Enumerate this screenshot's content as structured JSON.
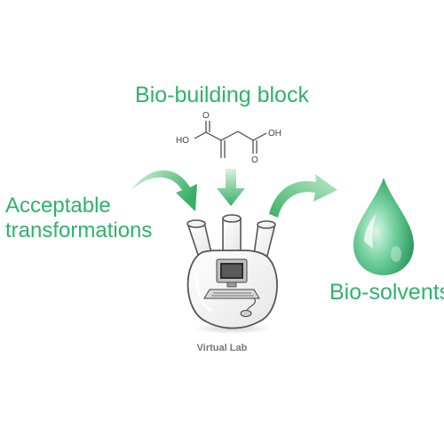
{
  "title": "Bio-building block",
  "left_label": {
    "line1": "Acceptable",
    "line2": "transformations"
  },
  "right_label": "Bio-solvents",
  "flask_caption": "Virtual Lab",
  "molecule": {
    "left_group": "HO",
    "right_group": "OH",
    "top_left_atom": "O",
    "top_right_atom": "O"
  },
  "colors": {
    "accent": "#2fb36a",
    "arrow_light": "#c8edd2",
    "arrow_dark": "#3fb56a",
    "caption": "#777777"
  },
  "icons": [
    "left-curved-arrow",
    "down-arrow",
    "right-curved-arrow",
    "flask-icon",
    "computer-icon",
    "droplet-icon"
  ]
}
